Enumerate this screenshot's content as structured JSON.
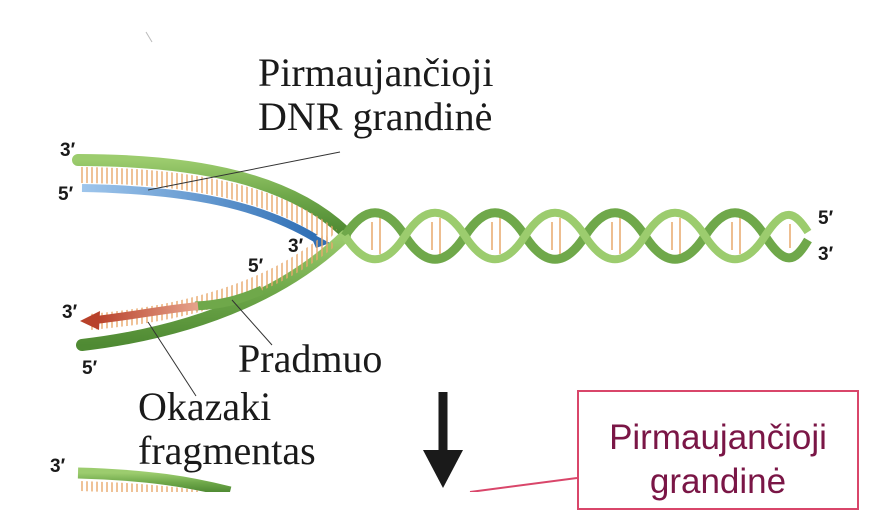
{
  "labels": {
    "leading_strand": "Pirmaujančioji\nDNR grandinė",
    "leading_line1": "Pirmaujančioji",
    "leading_line2": "DNR grandinė",
    "primer": "Pradmuo",
    "okazaki_line1": "Okazaki",
    "okazaki_line2": "fragmentas"
  },
  "strand_ends": {
    "top_left_3": "3′",
    "top_left_5": "5′",
    "inner_3": "3′",
    "inner_5": "5′",
    "bottom_left_3": "3′",
    "bottom_left_5": "5′",
    "right_5": "5′",
    "right_3": "3′",
    "lower_left_3": "3′"
  },
  "callout": {
    "line1": "Pirmaujančioji",
    "line2": "grandinė"
  },
  "colors": {
    "strand_green": "#6fa84a",
    "strand_light": "#cfe6b3",
    "rungs": "#e8a86a",
    "leading_arrow": "#2f6fb5",
    "okazaki_arrow": "#b8412a",
    "callout_border": "#d9466a",
    "callout_text": "#7a1646"
  }
}
